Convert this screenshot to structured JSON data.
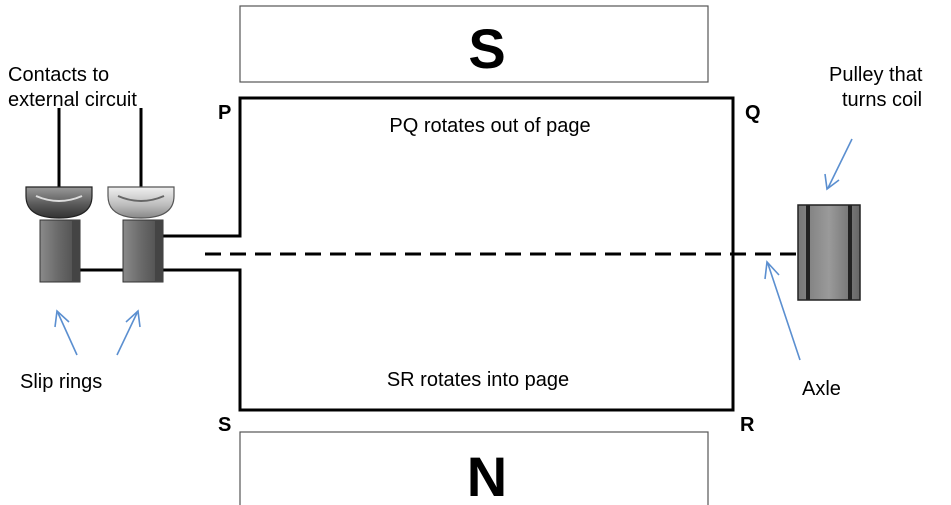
{
  "magnets": {
    "top_pole": "S",
    "bottom_pole": "N"
  },
  "corners": {
    "p": "P",
    "q": "Q",
    "s": "S",
    "r": "R"
  },
  "coil": {
    "top_caption": "PQ rotates out of page",
    "bottom_caption": "SR rotates into page"
  },
  "labels": {
    "contacts_line1": "Contacts to",
    "contacts_line2": "external circuit",
    "slip_rings": "Slip rings",
    "pulley_line1": "Pulley that",
    "pulley_line2": "turns coil",
    "axle": "Axle"
  },
  "colors": {
    "arrow": "#5b8fd0",
    "metal_dark": "#6e6e6e",
    "metal_light": "#bdbdbd",
    "line": "#000000"
  }
}
